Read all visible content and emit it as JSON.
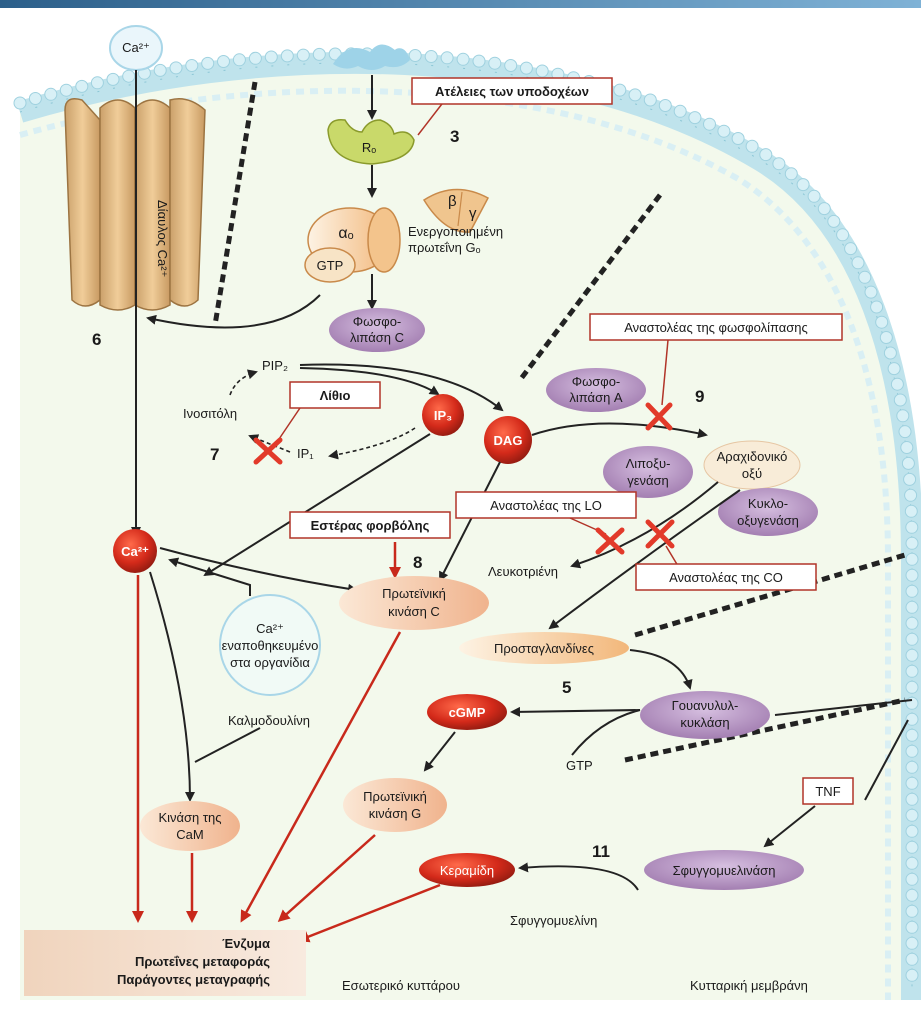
{
  "labels": {
    "ca_top": "Ca²⁺",
    "channel": "Δίαυλος Ca²⁺",
    "receptor": "Rₒ",
    "defect": "Ατέλειες των υποδοχέων",
    "beta": "β",
    "gamma": "γ",
    "alpha": "αₒ",
    "gtp1": "GTP",
    "g_active_1": "Ενεργοποιημένη",
    "g_active_2": "πρωτεΐνη Gₒ",
    "plc_1": "Φωσφο-",
    "plc_2": "λιπάση C",
    "pip2": "PIP₂",
    "inositol": "Ινοσιτόλη",
    "lithium": "Λίθιο",
    "ip3": "IP₃",
    "ip1": "IP₁",
    "dag": "DAG",
    "pla_1": "Φωσφο-",
    "pla_2": "λιπάση A",
    "pl_inhibitor": "Αναστολέας της φωσφολίπασης",
    "arach_1": "Αραχιδονικό",
    "arach_2": "οξύ",
    "lipox_1": "Λιποξυ-",
    "lipox_2": "γενάση",
    "cyclo_1": "Κυκλο-",
    "cyclo_2": "οξυγενάση",
    "lo_inhibitor": "Αναστολέας της LO",
    "co_inhibitor": "Αναστολέας της CO",
    "leukotriene": "Λευκοτριένη",
    "phorbol": "Εστέρας φορβόλης",
    "ca_in": "Ca²⁺",
    "pkc_1": "Πρωτεϊνική",
    "pkc_2": "κινάση C",
    "stored_1": "Ca²⁺",
    "stored_2": "εναποθηκευμένο",
    "stored_3": "στα οργανίδια",
    "prostaglandins": "Προσταγλανδίνες",
    "cgmp": "cGMP",
    "guanylyl_1": "Γουανυλυλ-",
    "guanylyl_2": "κυκλάση",
    "gtp2": "GTP",
    "calmodulin": "Καλμοδουλίνη",
    "pkg_1": "Πρωτεϊνική",
    "pkg_2": "κινάση G",
    "cam_1": "Κινάση της",
    "cam_2": "CaM",
    "tnf": "TNF",
    "ceramide": "Κεραμίδη",
    "sphingomyelinase": "Σφυγγομυελινάση",
    "sphingomyelin": "Σφυγγομυελίνη",
    "out_1": "Ένζυμα",
    "out_2": "Πρωτεΐνες μεταφοράς",
    "out_3": "Παράγοντες μεταγραφής",
    "interior": "Εσωτερικό κυττάρου",
    "membrane": "Κυτταρική μεμβράνη"
  },
  "numbers": {
    "n3": "3",
    "n6": "6",
    "n7": "7",
    "n8": "8",
    "n9": "9",
    "n5": "5",
    "n11": "11"
  },
  "colors": {
    "membrane": "#bfe3ec",
    "cytoplasm": "#eef7e4",
    "red_node": "#d42a1a",
    "purple_node": "#a77fb4",
    "peach_node": "#f3c7a3",
    "receptor": "#c9d96a",
    "channel": "#e3b77c",
    "output_box": "#f4dcc7",
    "inhibitor": "#e23a2a",
    "box_border": "#b13428"
  }
}
